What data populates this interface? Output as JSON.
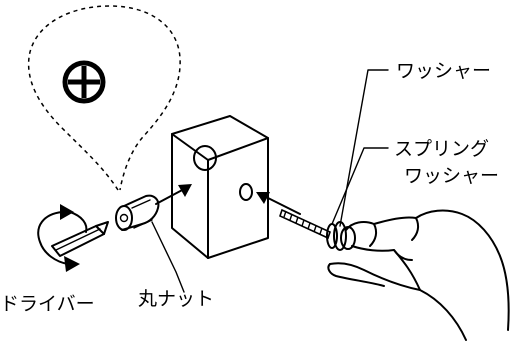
{
  "labels": {
    "washer": "ワッシャー",
    "spring_washer_line1": "スプリング",
    "spring_washer_line2": "ワッシャー",
    "screwdriver": "ドライバー",
    "round_nut": "丸ナット"
  },
  "icons": {
    "screw_head": "phillips-cross-icon",
    "rotation": "rotation-arrows-icon"
  }
}
